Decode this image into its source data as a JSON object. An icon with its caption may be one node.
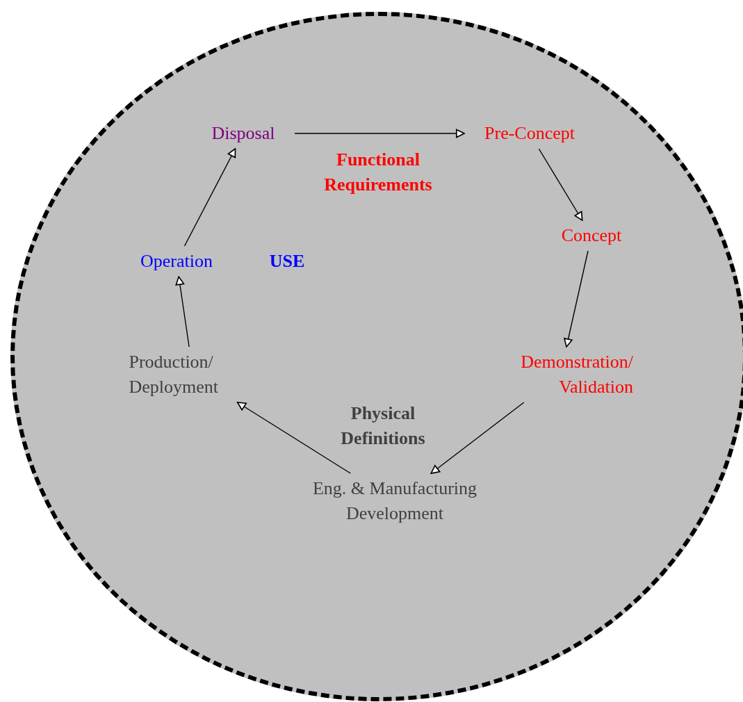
{
  "diagram": {
    "nodes": [
      {
        "text": [],
        "shape": "circle"
      },
      {
        "text": [
          "Disposal"
        ],
        "in": 0
      },
      {
        "text": [
          "Pre-Concept"
        ],
        "in": 0
      },
      {
        "text": [
          "Concept"
        ],
        "in": 0
      },
      {
        "text": [
          "Demonstration/ Validation"
        ],
        "in": 0
      },
      {
        "text": [
          "Eng. & Manufacturing Development"
        ],
        "in": 0
      },
      {
        "text": [
          "Production/ Deployment"
        ],
        "in": 0
      },
      {
        "text": [
          "Operation"
        ],
        "in": 0
      }
    ],
    "edges": [
      {
        "from": 1,
        "to": 2,
        "arrow": "to"
      },
      {
        "from": 2,
        "to": 3,
        "arrow": "to"
      },
      {
        "from": 3,
        "to": 4,
        "arrow": "to"
      },
      {
        "from": 4,
        "to": 5,
        "arrow": "to"
      },
      {
        "from": 5,
        "to": 6,
        "arrow": "to"
      },
      {
        "from": 6,
        "to": 7,
        "arrow": "to"
      },
      {
        "from": 7,
        "to": 1,
        "arrow": "to"
      }
    ],
    "labels": [
      "Functional Requirements",
      "USE",
      "Physical Definitions"
    ]
  }
}
